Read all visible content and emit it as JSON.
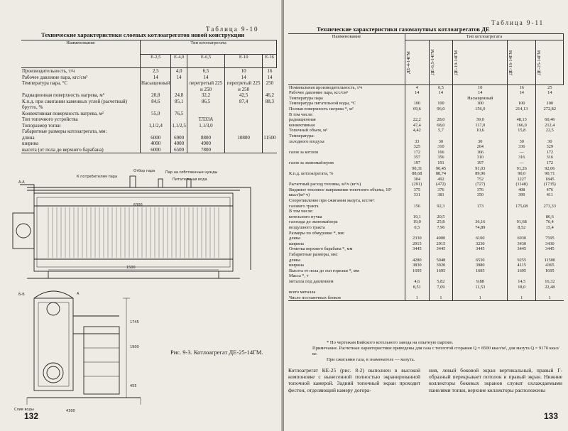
{
  "left_page": {
    "table_label": "Таблица 9-10",
    "table_title": "Технические характеристики слоевых котлоагрегатов новой конструкции",
    "table": {
      "name_header": "Наименование",
      "group_header": "Тип котлоагрегата",
      "columns": [
        "Е-2,5",
        "Е-4,0",
        "Е-6,5",
        "Е-10",
        "Е-16"
      ],
      "rows": [
        {
          "name": "Производительность, т/ч",
          "values": [
            "2,5",
            "4,0",
            "6,5",
            "10",
            "16"
          ]
        },
        {
          "name": "Рабочее давление пара, кгс/см²",
          "values": [
            "14",
            "14",
            "14",
            "14",
            "14"
          ]
        },
        {
          "name": "Температура пара, °С",
          "values": [
            "Насыщенный",
            "",
            "перегретый 225 и 250",
            "перегретый 225 и 250",
            "250"
          ]
        },
        {
          "name": "Радиационная поверхность нагрева, м²",
          "values": [
            "20,8",
            "24,8",
            "32,2",
            "42,5",
            "46,2"
          ]
        },
        {
          "name": "К.п.д. при сжигании каменных углей (расчетный) брутто, %",
          "values": [
            "84,6",
            "85,1",
            "86,5",
            "87,4",
            "88,3"
          ]
        },
        {
          "name": "Конвективная поверхность нагрева, м²",
          "values": [
            "55,0",
            "76,5",
            "",
            "",
            ""
          ]
        },
        {
          "name": "Тип топочного устройства",
          "values": [
            "",
            "",
            "ТЛЗЗА",
            "",
            ""
          ]
        },
        {
          "name": "Типоразмер топки",
          "values": [
            "1,1/2,4",
            "1,1/2,5",
            "1,1/3,0",
            "",
            ""
          ]
        },
        {
          "name": "Габаритные размеры котлоагрегата, мм:",
          "values": [
            "",
            "",
            "",
            "",
            ""
          ]
        },
        {
          "name": "    длина",
          "values": [
            "6000",
            "6900",
            "8800",
            "10800",
            "11500"
          ]
        },
        {
          "name": "    ширина",
          "values": [
            "4000",
            "4000",
            "4900",
            "",
            ""
          ]
        },
        {
          "name": "    высота (от пола до верхнего барабана)",
          "values": [
            "6000",
            "6500",
            "7800",
            "",
            ""
          ]
        }
      ]
    },
    "drawing_labels": {
      "steam_outlet": "Отбор пара",
      "steam_consumer": "К потребителям пара",
      "safety_valves": "Пар на собственные нужды",
      "feed_water": "Питательная вода",
      "section_aa": "А-А",
      "section_bb": "Б-Б",
      "section_a": "А",
      "dim_1": "1500",
      "dim_2": "4300",
      "dim_3": "6300",
      "dim_4": "1900",
      "dim_5": "1745",
      "dim_6": "455",
      "drain": "Слив воды"
    },
    "caption": "Рис. 9-3. Котлоагрегат ДЕ-25-14ГМ.",
    "page_number": "132"
  },
  "right_page": {
    "table_label": "Таблица 9-11",
    "table_title": "Технические характеристики газомазутных котлоагрегатов ДЕ",
    "table": {
      "name_header": "Наименование",
      "group_header": "Тип котлоагрегата",
      "columns": [
        "ДЕ-4-14ГМ",
        "ДЕ-6,5-14ГМ",
        "ДЕ-10-14ГМ",
        "ДЕ-16-14ГМ",
        "ДЕ-25-14ГМ"
      ],
      "rows": [
        {
          "name": "Номинальная производительность, т/ч",
          "values": [
            "4",
            "6,5",
            "10",
            "16",
            "25"
          ]
        },
        {
          "name": "Рабочее давление пара, кгс/см²",
          "values": [
            "14",
            "14",
            "14",
            "14",
            "14"
          ]
        },
        {
          "name": "Температура пара",
          "values": [
            "",
            "",
            "Насыщенный",
            "",
            ""
          ]
        },
        {
          "name": "Температура питательной воды, °С",
          "values": [
            "100",
            "100",
            "100",
            "100",
            "100"
          ]
        },
        {
          "name": "Полная поверхность нагрева *, м²",
          "values": [
            "69,6",
            "96,0",
            "156,0",
            "214,13",
            "272,82"
          ]
        },
        {
          "name": "В том числе:",
          "values": [
            "",
            "",
            "",
            "",
            ""
          ]
        },
        {
          "name": "    радиационная",
          "values": [
            "22,2",
            "28,0",
            "39,0",
            "48,13",
            "60,46"
          ]
        },
        {
          "name": "    конвективная",
          "values": [
            "47,4",
            "68,0",
            "117,0",
            "166,0",
            "212,4"
          ]
        },
        {
          "name": "Топочный объем, м³",
          "values": [
            "4,42",
            "5,7",
            "10,6",
            "15,8",
            "22,5"
          ]
        },
        {
          "name": "Температура:",
          "values": [
            "",
            "",
            "",
            "",
            ""
          ]
        },
        {
          "name": "    холодного воздуха",
          "values": [
            "33\n325",
            "30\n310",
            "30\n264",
            "30\n336",
            "30\n329"
          ]
        },
        {
          "name": "    газов за котлом",
          "values": [
            "172\n357",
            "166\n356",
            "166\n310",
            "—\n316",
            "172\n316"
          ]
        },
        {
          "name": "    газов за экономайзером",
          "values": [
            "197\n90,31",
            "191\n90,45",
            "197\n91,03",
            "—\n91,26",
            "172\n92,06"
          ]
        },
        {
          "name": "К.п.д. котлоагрегата, %",
          "values": [
            "88,68\n304",
            "88,74\n492",
            "89,96\n752",
            "90,0\n1227",
            "90,71\n1845"
          ]
        },
        {
          "name": "Расчетный расход топлива, м³/ч (кг/ч)",
          "values": [
            "(291)",
            "(472)",
            "(727)",
            "(1148)",
            "(1735)"
          ]
        },
        {
          "name": "Видимое тепловое напряжение топочного объема, 10³ ккал/(м³·ч)",
          "values": [
            "375\n331",
            "376\n381",
            "376\n350",
            "408\n399",
            "476\n411"
          ]
        },
        {
          "name": "Сопротивление при сжигании мазута, кгс/м²:",
          "values": [
            "",
            "",
            "",
            "",
            ""
          ]
        },
        {
          "name": "    газового тракта",
          "values": [
            "156",
            "92,3",
            "173",
            "175,08",
            "273,33"
          ]
        },
        {
          "name": "В том числе:",
          "values": [
            "",
            "",
            "",
            "",
            ""
          ]
        },
        {
          "name": "    котельного пучка",
          "values": [
            "19,1",
            "20,5",
            "",
            "",
            "86,6"
          ]
        },
        {
          "name": "    газохода до экономайзера",
          "values": [
            "19,0",
            "25,8",
            "36,16",
            "91,68",
            "76,4"
          ]
        },
        {
          "name": "    воздушного тракта",
          "values": [
            "0,5",
            "7,96",
            "74,89",
            "8,52",
            "15,4"
          ]
        },
        {
          "name": "Размеры по обмуровке *, мм:",
          "values": [
            "",
            "",
            "",
            "",
            ""
          ]
        },
        {
          "name": "    длина",
          "values": [
            "2330",
            "4000",
            "6100",
            "6930",
            "7595"
          ]
        },
        {
          "name": "    ширина",
          "values": [
            "2915",
            "2915",
            "3230",
            "3430",
            "3430"
          ]
        },
        {
          "name": "Отметка верхнего барабана *, мм",
          "values": [
            "3445",
            "3445",
            "3445",
            "3445",
            "3445"
          ]
        },
        {
          "name": "Габаритные размеры, мм:",
          "values": [
            "",
            "",
            "",
            "",
            ""
          ]
        },
        {
          "name": "    длина",
          "values": [
            "4280",
            "5048",
            "6530",
            "9255",
            "11500"
          ]
        },
        {
          "name": "    ширина",
          "values": [
            "3830",
            "3920",
            "3980",
            "4115",
            "4365"
          ]
        },
        {
          "name": "Высота от пола до оси горелки *, мм",
          "values": [
            "1695",
            "1695",
            "1695",
            "1695",
            "1695"
          ]
        },
        {
          "name": "Масса *, т",
          "values": [
            "",
            "",
            "",
            "",
            ""
          ]
        },
        {
          "name": "    металла под давлением",
          "values": [
            "4,6\n8,51",
            "5,82\n7,09",
            "9,88\n11,53",
            "14,5\n18,0",
            "16,32\n22,48"
          ]
        },
        {
          "name": "    всего металла",
          "values": [
            "",
            "",
            "",
            "",
            ""
          ]
        },
        {
          "name": "Число поставочных блоков",
          "values": [
            "1",
            "1",
            "1",
            "1",
            "1"
          ]
        }
      ]
    },
    "footnote_star": "* По чертежам Бийского котельного завода на опытную партию.",
    "footnote_note": "Примечание. Расчетные характеристики приведены для газа с теплотой сгорания Q = 8500 ккал/м³, для мазута Q = 9170 ккал/кг.",
    "footnote_gas": "При сжигании газа, в знаменателе — мазута.",
    "body_left": "Котлоагрегат КЕ-25 (рис. 8-2) выполнен в высокой компоновке с вынесенной полностью экранированной топочной камерой. Задний топочный экран проходит фестон, отделяющий камеру догора-",
    "body_right": "ния, левый боковой экран вертикальный, правый Г-образный перекрывает потолок и правый экран. Нижние коллекторы боковых экранов служат охлаждаемыми панелями топки, верхние коллекторы расположены",
    "page_number": "133"
  }
}
